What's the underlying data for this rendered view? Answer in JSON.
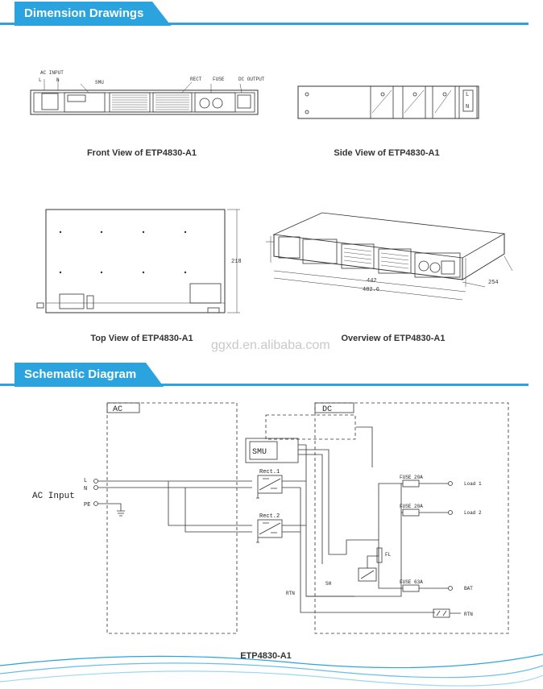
{
  "sections": {
    "dimension_title": "Dimension Drawings",
    "schematic_title": "Schematic Diagram"
  },
  "captions": {
    "front_view": "Front View of ETP4830-A1",
    "side_view": "Side View of ETP4830-A1",
    "top_view": "Top View of ETP4830-A1",
    "overview": "Overview of ETP4830-A1",
    "schematic": "ETP4830-A1"
  },
  "watermark": "ggxd.en.alibaba.com",
  "dimensions": {
    "depth": "218",
    "width_inner": "442",
    "width_outer": "482.6",
    "side_depth": "254"
  },
  "front_labels": {
    "ac_input": "AC INPUT",
    "l": "L",
    "n": "N",
    "smu": "SMU",
    "rect": "RECT",
    "fuse": "FUSE",
    "dc_output": "DC OUTPUT"
  },
  "schematic": {
    "ac_box": "AC",
    "dc_box": "DC",
    "smu": "SMU",
    "ac_input": "AC Input",
    "l": "L",
    "n": "N",
    "pe": "PE",
    "rect1": "Rect.1",
    "rect2": "Rect.2",
    "fuse1": "FUSE 20A",
    "fuse2": "FUSE 20A",
    "fuse_bat": "FUSE 63A",
    "load1": "Load 1",
    "load2": "Load 2",
    "bat": "BAT",
    "rtn": "RTN",
    "rtn_left": "RTN",
    "fl": "FL",
    "sh": "SH"
  },
  "colors": {
    "accent": "#2aa3df",
    "line": "#2aa3df"
  }
}
